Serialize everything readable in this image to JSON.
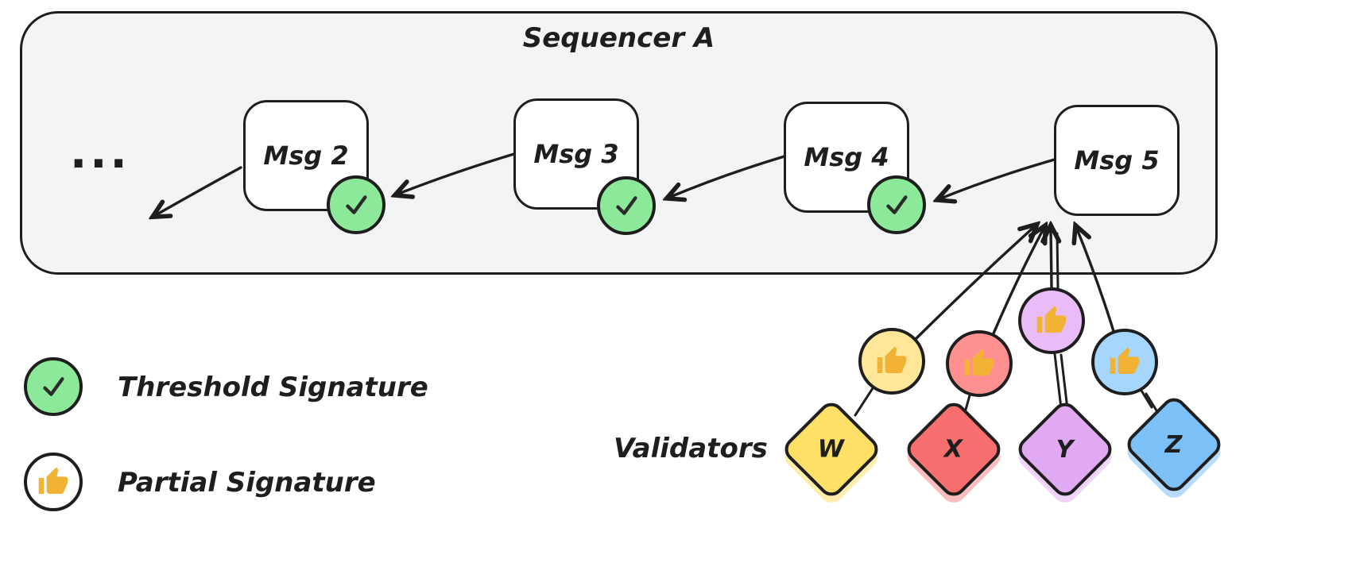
{
  "sequencer": {
    "title": "Sequencer A",
    "ellipsis": "...",
    "messages": [
      {
        "label": "Msg 2",
        "signature": "threshold"
      },
      {
        "label": "Msg 3",
        "signature": "threshold"
      },
      {
        "label": "Msg 4",
        "signature": "threshold"
      },
      {
        "label": "Msg 5",
        "signature": "none"
      }
    ]
  },
  "legend": [
    {
      "icon": "checkmark-icon",
      "label": "Threshold Signature",
      "fill": "#8ce99a"
    },
    {
      "icon": "thumbs-up-icon",
      "label": "Partial Signature",
      "fill": "#ffffff"
    }
  ],
  "validators": {
    "label": "Validators",
    "items": [
      {
        "name": "W",
        "diamond_color": "#ffe066",
        "badge_color": "#ffe699",
        "badge_icon": "thumbs-up-icon"
      },
      {
        "name": "X",
        "diamond_color": "#f76e6e",
        "badge_color": "#ff9090",
        "badge_icon": "thumbs-up-icon"
      },
      {
        "name": "Y",
        "diamond_color": "#e2a9f3",
        "badge_color": "#e9bcf8",
        "badge_icon": "thumbs-up-icon"
      },
      {
        "name": "Z",
        "diamond_color": "#7cc0f8",
        "badge_color": "#a6d6fb",
        "badge_icon": "thumbs-up-icon"
      }
    ]
  },
  "colors": {
    "stroke": "#1e1e1e",
    "sequencer_fill": "#f2f4f6",
    "threshold_green": "#8ce99a",
    "thumb_gold": "#f2b236"
  }
}
